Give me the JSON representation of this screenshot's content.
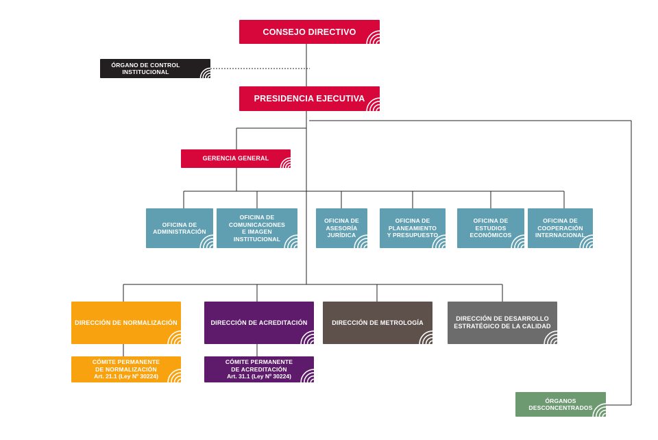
{
  "org_chart": {
    "consejo": {
      "label": "CONSEJO DIRECTIVO",
      "color": "#d7063b"
    },
    "organo_control": {
      "label": "ÓRGANO DE CONTROL\nINSTITUCIONAL",
      "color": "#231f20"
    },
    "presidencia": {
      "label": "PRESIDENCIA EJECUTIVA",
      "color": "#d7063b"
    },
    "gerencia": {
      "label": "GERENCIA GENERAL",
      "color": "#d7063b"
    },
    "oficinas": [
      {
        "label": "OFICINA DE\nADMINISTRACIÓN"
      },
      {
        "label": "OFICINA DE\nCOMUNICACIONES\nE IMAGEN\nINSTITUCIONAL"
      },
      {
        "label": "OFICINA DE\nASESORÍA\nJURÍDICA"
      },
      {
        "label": "OFICINA DE\nPLANEAMIENTO\nY PRESUPUESTO"
      },
      {
        "label": "OFICINA DE\nESTUDIOS\nECONÓMICOS"
      },
      {
        "label": "OFICINA DE\nCOOPERACIÓN\nINTERNACIONAL"
      }
    ],
    "oficinas_color": "#5f9fb1",
    "direcciones": [
      {
        "label": "DIRECCIÓN DE NORMALIZACIÓN",
        "color": "#f9a20f"
      },
      {
        "label": "DIRECCIÓN DE ACREDITACIÓN",
        "color": "#5e1a6b"
      },
      {
        "label": "DIRECCIÓN DE METROLOGÍA",
        "color": "#5e504b"
      },
      {
        "label": "DIRECCIÓN DE DESARROLLO\nESTRATÉGICO DE LA CALIDAD",
        "color": "#6c6c6c"
      }
    ],
    "comites": [
      {
        "label": "CÓMITE PERMANENTE\nDE NORMALIZACIÓN",
        "sub": "Art. 21.1 (Ley Nº 30224)"
      },
      {
        "label": "CÓMITE PERMANENTE\nDE ACREDITACIÓN",
        "sub": "Art. 31.1 (Ley Nº 30224)"
      }
    ],
    "organos": {
      "label": "ÓRGANOS\nDESCONCENTRADOS",
      "color": "#6e9a72"
    },
    "line_color": "#231f20"
  }
}
